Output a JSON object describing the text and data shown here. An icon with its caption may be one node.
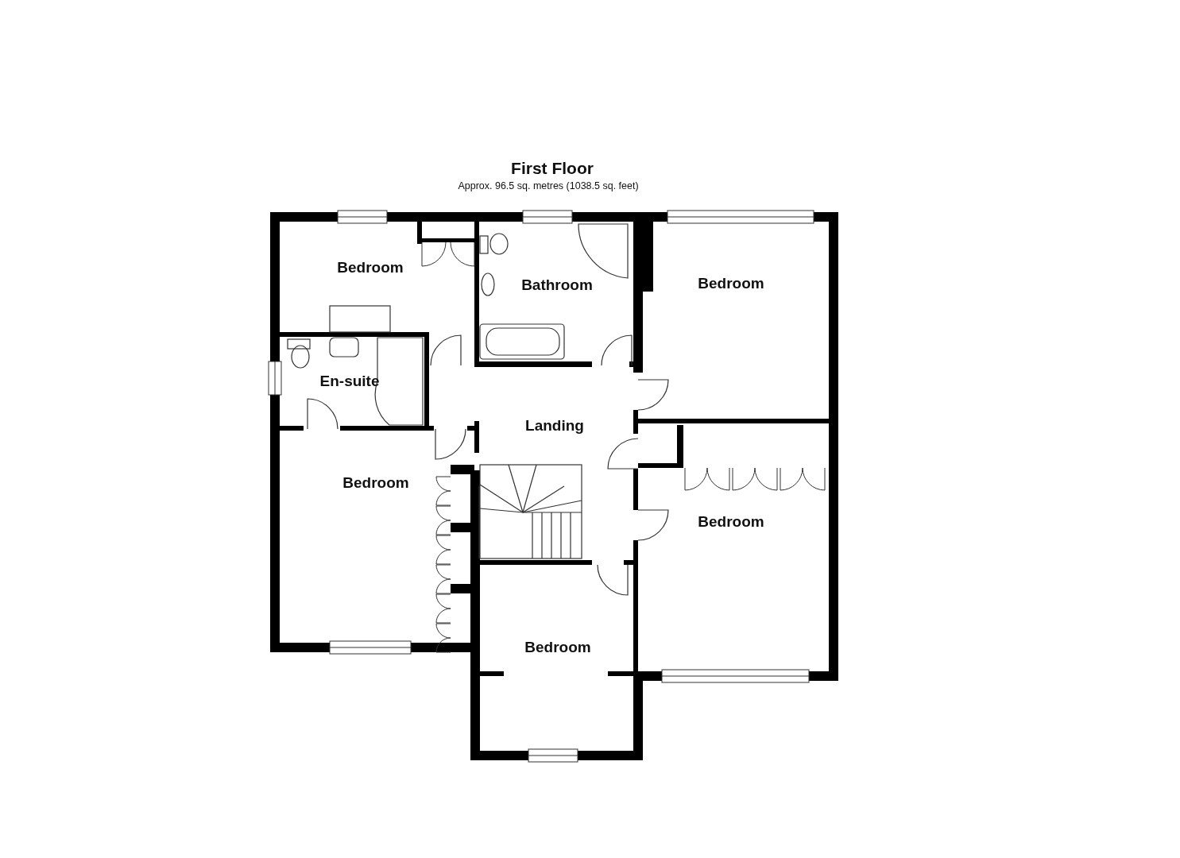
{
  "diagram": {
    "title": "First Floor",
    "caption": "Approx. 96.5 sq. metres (1038.5 sq. feet)",
    "nodes": [
      {
        "text": [
          "Bedroom"
        ]
      },
      {
        "text": [
          "Bathroom"
        ]
      },
      {
        "text": [
          "Bedroom"
        ]
      },
      {
        "text": [
          "En-suite"
        ]
      },
      {
        "text": [
          "Landing"
        ]
      },
      {
        "text": [
          "Bedroom"
        ]
      },
      {
        "text": [
          "Bedroom"
        ]
      },
      {
        "text": [
          "Bedroom"
        ]
      }
    ]
  }
}
